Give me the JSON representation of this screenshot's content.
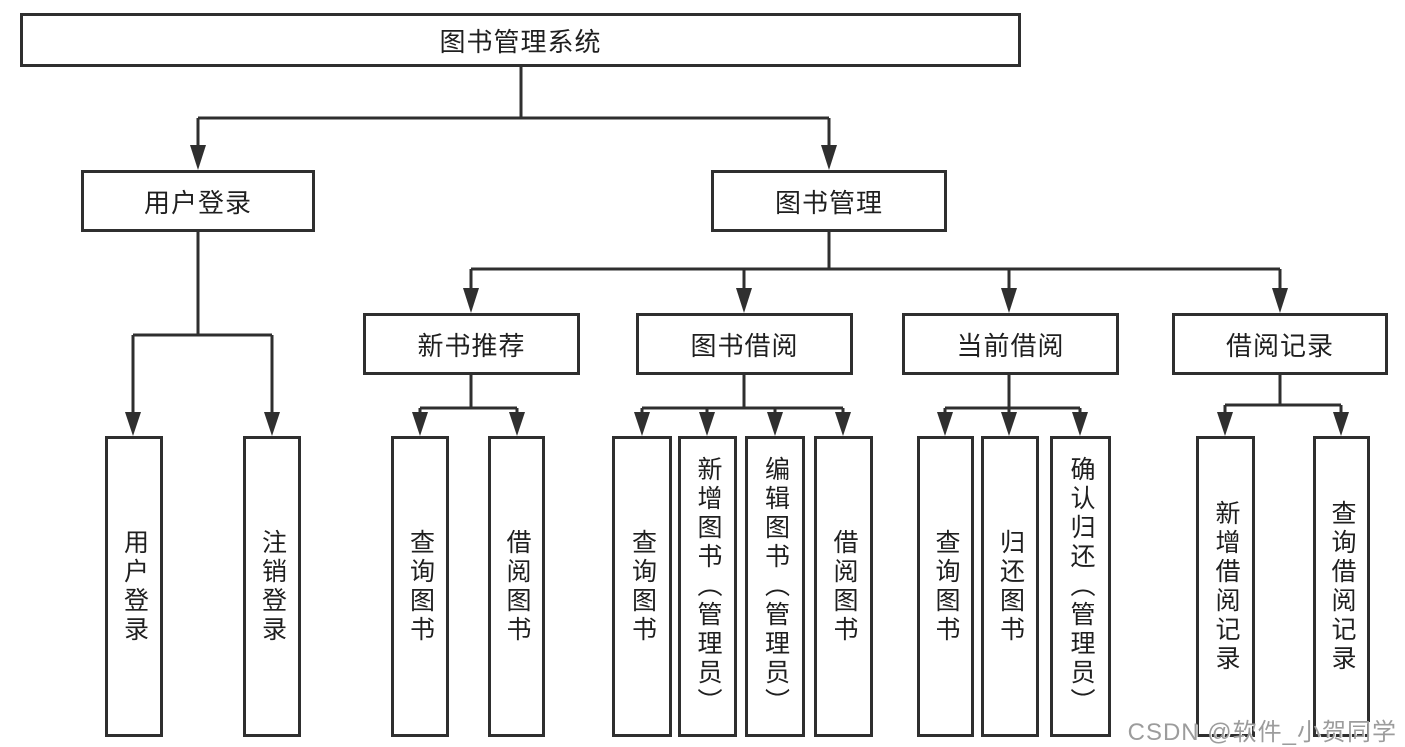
{
  "diagram": {
    "nodes": {
      "root": "图书管理系统",
      "user_login": "用户登录",
      "book_management": "图书管理",
      "leaf_user_login": "用户登录",
      "leaf_logout": "注销登录",
      "new_book_rec": "新书推荐",
      "book_borrow": "图书借阅",
      "current_borrow": "当前借阅",
      "borrow_records": "借阅记录",
      "nb_query_books": "查询图书",
      "nb_borrow_books": "借阅图书",
      "bb_query_books": "查询图书",
      "bb_add_books": "新增图书（管理员）",
      "bb_edit_books": "编辑图书（管理员）",
      "bb_borrow_books": "借阅图书",
      "cb_query_books": "查询图书",
      "cb_return_books": "归还图书",
      "cb_confirm_return": "确认归还（管理员）",
      "br_add_record": "新增借阅记录",
      "br_query_record": "查询借阅记录"
    }
  },
  "watermark": {
    "text": "CSDN @软件_小贺同学"
  },
  "colors": {
    "line": "#2f2f2f",
    "text": "#1f1f1f",
    "watermark": "#9c9c9c",
    "background": "#ffffff"
  }
}
